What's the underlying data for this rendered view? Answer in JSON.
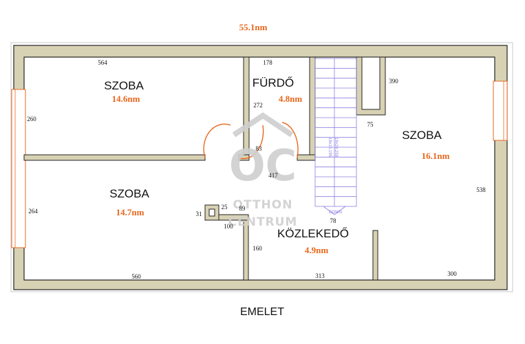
{
  "total_area": "55.1nm",
  "floor_label": "EMELET",
  "watermark": {
    "line1": "OTTHON",
    "line2": "CENTRUM",
    "logo_text": "OC"
  },
  "rooms": [
    {
      "id": "szoba-top-left",
      "name": "SZOBA",
      "area": "14.6nm"
    },
    {
      "id": "furdo",
      "name": "FÜRDŐ",
      "area": "4.8nm"
    },
    {
      "id": "szoba-right",
      "name": "SZOBA",
      "area": "16.1nm"
    },
    {
      "id": "szoba-bottom-left",
      "name": "SZOBA",
      "area": "14.7nm"
    },
    {
      "id": "kozlekedo",
      "name": "KÖZLEKEDŐ",
      "area": "4.9nm"
    }
  ],
  "dimensions": {
    "top_left_width": "564",
    "bath_width": "178",
    "stair_width": "390",
    "left_upper_height": "260",
    "bath_height": "272",
    "chimney_offset": "75",
    "bath_door": "83",
    "corridor_top": "417",
    "right_height": "538",
    "left_lower_height": "264",
    "chimney_w": "25",
    "chimney_h": "31",
    "chimney_gap": "89",
    "chimney_base": "100",
    "stair_landing": "78",
    "corridor_left": "160",
    "bottom_left_width": "560",
    "bottom_mid_width": "313",
    "bottom_right_width": "300"
  },
  "stair_labels": {
    "down": "DOWN",
    "rise": "18x10,195",
    "tread": "18x29,259"
  },
  "colors": {
    "wall_fill": "#d8d2b4",
    "area_text": "#e8671c",
    "door_arc": "#e8671c",
    "stair": "#8a7fe0",
    "watermark": "#cfcfcf"
  }
}
